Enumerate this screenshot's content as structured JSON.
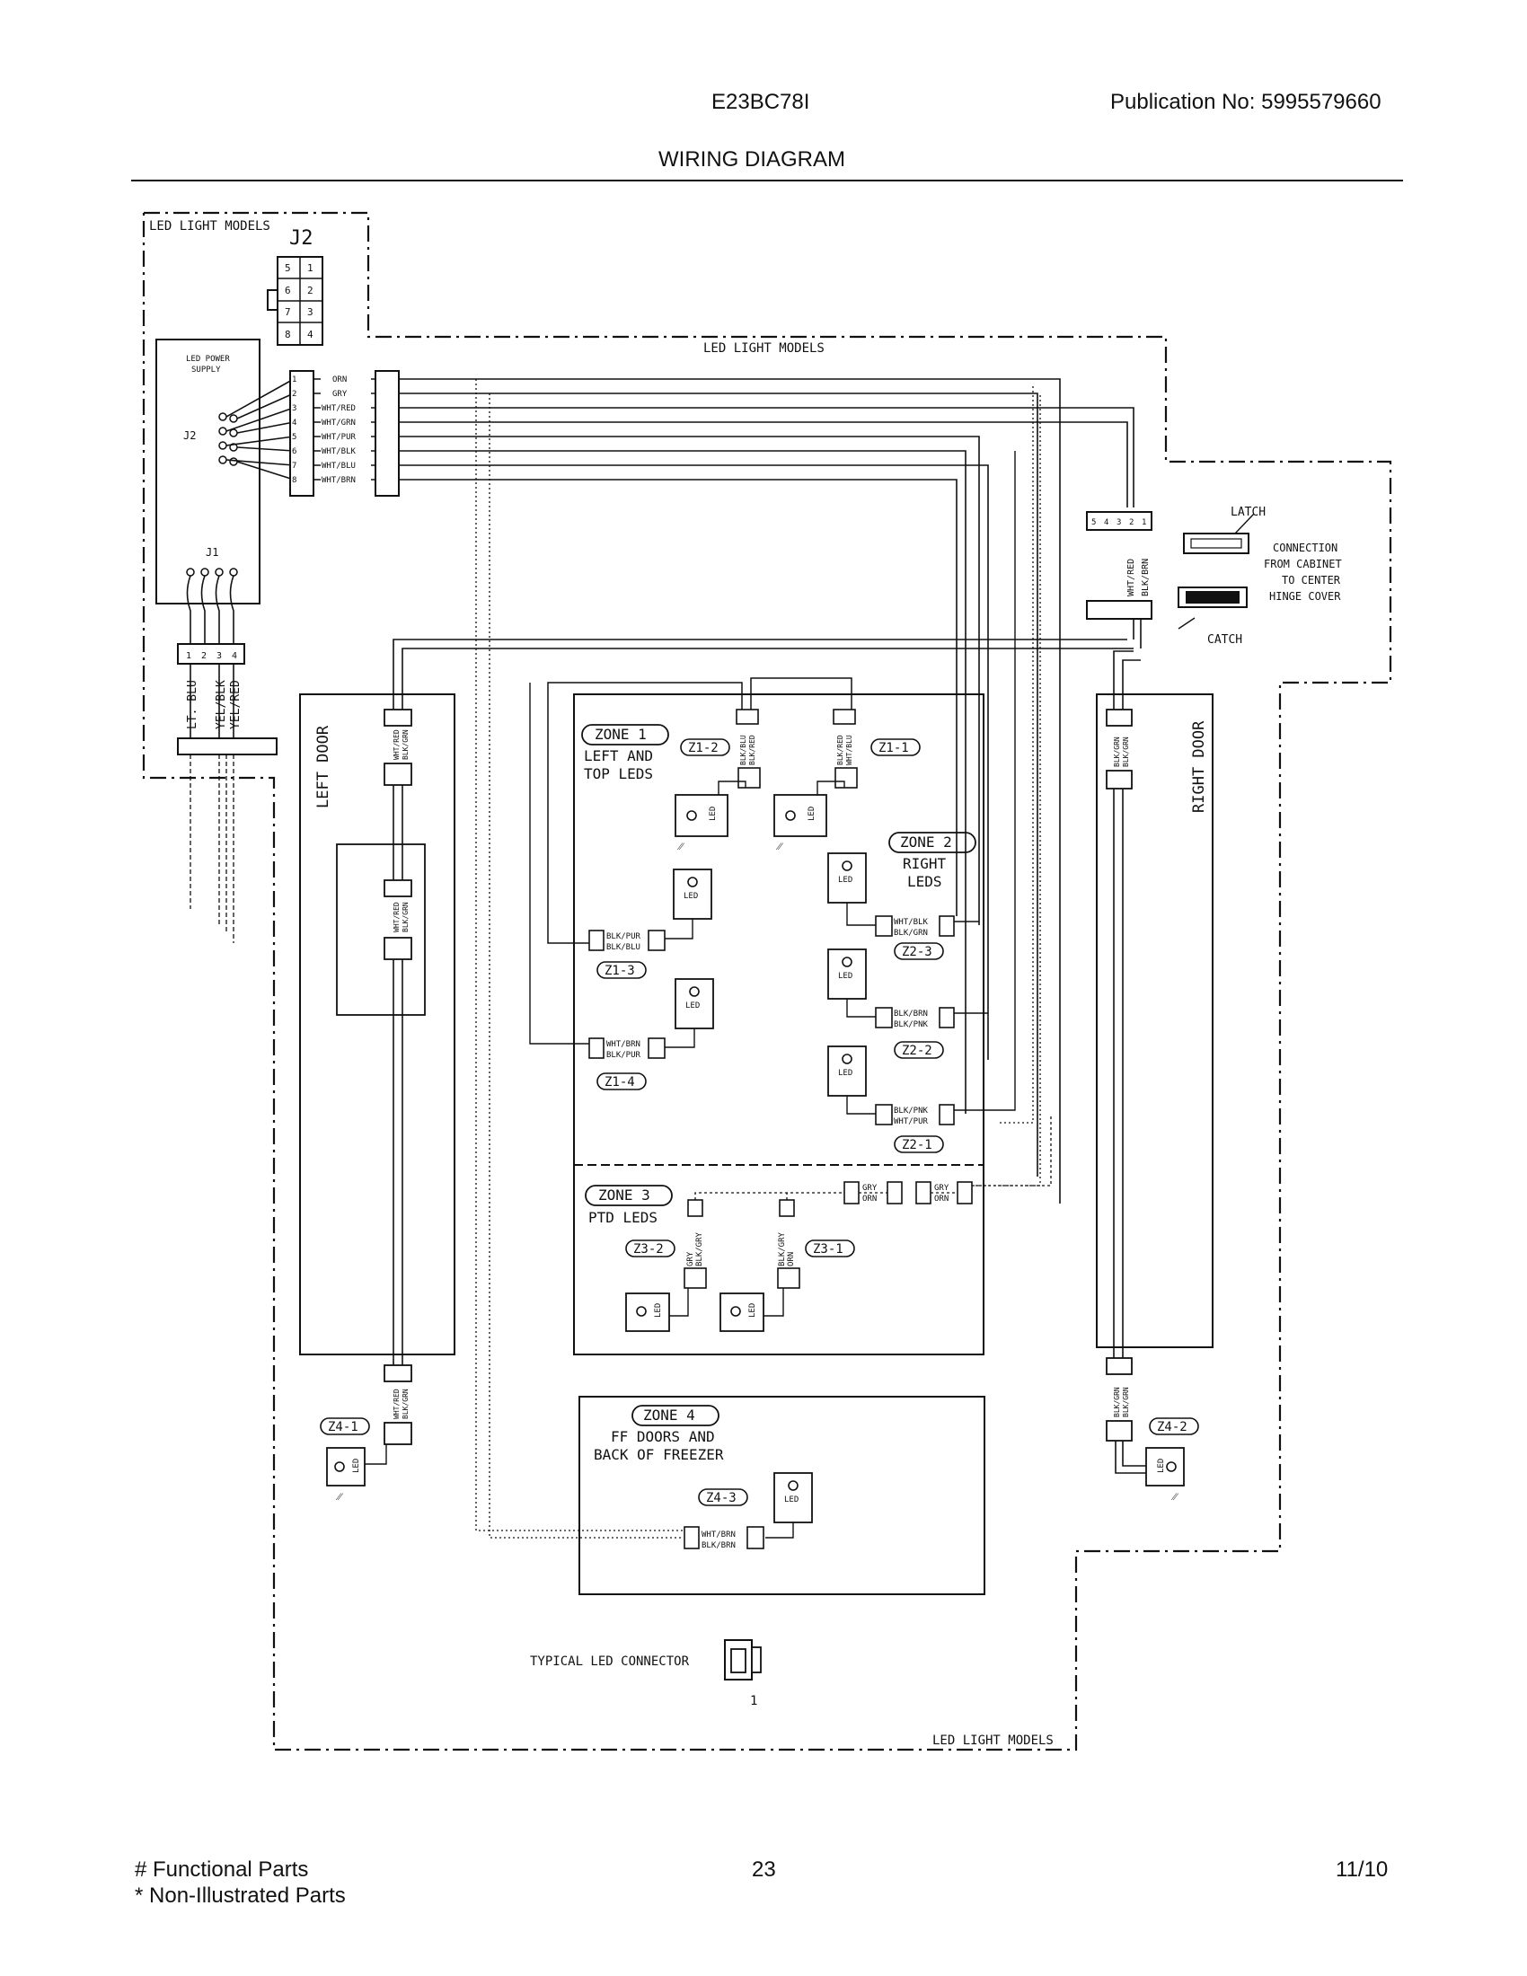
{
  "header": {
    "model": "E23BC78I",
    "publication": "Publication No:  5995579660",
    "title": "WIRING DIAGRAM"
  },
  "footer": {
    "legend_functional": "# Functional Parts",
    "legend_non_illustrated": "* Non-Illustrated Parts",
    "page_number": "23",
    "date": "11/10"
  },
  "diagram": {
    "led_models_label": "LED LIGHT MODELS",
    "j2_label": "J2",
    "j2_pins": [
      "5",
      "1",
      "6",
      "2",
      "7",
      "3",
      "8",
      "4"
    ],
    "power_supply_label_1": "LED POWER",
    "power_supply_label_2": "SUPPLY",
    "power_supply_j2": "J2",
    "power_supply_j1": "J1",
    "j1_pins": [
      "1",
      "2",
      "3",
      "4"
    ],
    "conn_pin_numbers": [
      "1",
      "2",
      "3",
      "4",
      "5",
      "6",
      "7",
      "8"
    ],
    "wire_colors": [
      "ORN",
      "GRY",
      "WHT/RED",
      "WHT/GRN",
      "WHT/PUR",
      "WHT/BLK",
      "WHT/BLU",
      "WHT/BRN"
    ],
    "input_wires": [
      "LT. BLU",
      "YEL/BLK",
      "YEL/RED"
    ],
    "left_door": "LEFT DOOR",
    "right_door": "RIGHT DOOR",
    "left_door_wires": [
      "WHT/RED",
      "BLK/GRN"
    ],
    "right_door_wires": [
      "BLK/GRN",
      "BLK/GRN"
    ],
    "hinge_wires": [
      "WHT/RED",
      "BLK/BRN"
    ],
    "hinge_pins": [
      "5",
      "4",
      "3",
      "2",
      "1"
    ],
    "latch": "LATCH",
    "catch": "CATCH",
    "connection_note": [
      "CONNECTION",
      "FROM CABINET",
      "TO CENTER",
      "HINGE COVER"
    ],
    "zone1_label": "ZONE 1",
    "zone1_desc": [
      "LEFT AND",
      "TOP LEDS"
    ],
    "zone2_label": "ZONE 2",
    "zone2_desc": [
      "RIGHT",
      "LEDS"
    ],
    "zone3_label": "ZONE 3",
    "zone3_desc": "PTD LEDS",
    "zone4_label": "ZONE 4",
    "zone4_desc": [
      "FF DOORS AND",
      "BACK OF FREEZER"
    ],
    "z1_1": "Z1-1",
    "z1_2": "Z1-2",
    "z1_3": "Z1-3",
    "z1_4": "Z1-4",
    "z2_1": "Z2-1",
    "z2_2": "Z2-2",
    "z2_3": "Z2-3",
    "z3_1": "Z3-1",
    "z3_2": "Z3-2",
    "z4_1": "Z4-1",
    "z4_2": "Z4-2",
    "z4_3": "Z4-3",
    "z1_1_wires": [
      "BLK/RED",
      "WHT/BLU"
    ],
    "z1_2_wires": [
      "BLK/BLU",
      "BLK/RED"
    ],
    "z1_3_wires": [
      "BLK/PUR",
      "BLK/BLU"
    ],
    "z1_4_wires": [
      "WHT/BRN",
      "BLK/PUR"
    ],
    "z2_3_wires": [
      "WHT/BLK",
      "BLK/GRN"
    ],
    "z2_2_wires": [
      "BLK/BRN",
      "BLK/PNK"
    ],
    "z2_1_wires": [
      "BLK/PNK",
      "WHT/PUR"
    ],
    "z3_wires": [
      "GRY",
      "BLK/GRY"
    ],
    "z3_1_wires": [
      "BLK/GRY",
      "ORN"
    ],
    "z3_mid_wires": [
      "GRY",
      "ORN"
    ],
    "z4_3_wires": [
      "WHT/BRN",
      "BLK/BRN"
    ],
    "led": "LED",
    "typical_connector": "TYPICAL LED CONNECTOR",
    "typical_connector_pin": "1"
  }
}
